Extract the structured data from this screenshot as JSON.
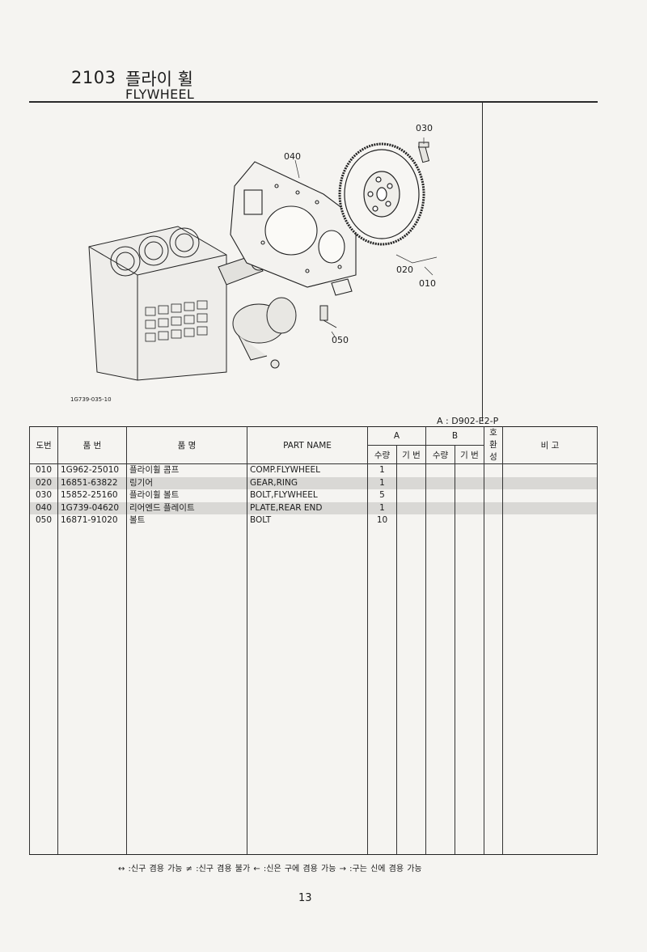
{
  "header": {
    "section_number": "2103",
    "title_ko": "플라이 휠",
    "title_en": "FLYWHEEL"
  },
  "diagram": {
    "callouts": [
      "030",
      "040",
      "020",
      "010",
      "050"
    ],
    "drawing_code": "1G739-035-10"
  },
  "model_ref": "A  : D902-E2-P",
  "table": {
    "headers": {
      "seq": "도번",
      "part_no": "품   번",
      "name_ko": "품         명",
      "part_name": "PART  NAME",
      "group_a": "A",
      "group_b": "B",
      "qty": "수량",
      "base": "기 번",
      "interchange": "호 환 성",
      "remarks": "비   고"
    },
    "rows": [
      {
        "seq": "010",
        "part_no": "1G962-25010",
        "name_ko": "플라이휠 콤프",
        "part_name": "COMP.FLYWHEEL",
        "qty_a": "1",
        "shaded": false
      },
      {
        "seq": "020",
        "part_no": "16851-63822",
        "name_ko": "링기어",
        "part_name": "GEAR,RING",
        "qty_a": "1",
        "shaded": true
      },
      {
        "seq": "030",
        "part_no": "15852-25160",
        "name_ko": "플라이휠 볼트",
        "part_name": "BOLT,FLYWHEEL",
        "qty_a": "5",
        "shaded": false
      },
      {
        "seq": "040",
        "part_no": "1G739-04620",
        "name_ko": "리어엔드 플레이트",
        "part_name": "PLATE,REAR END",
        "qty_a": "1",
        "shaded": true
      },
      {
        "seq": "050",
        "part_no": "16871-91020",
        "name_ko": "볼트",
        "part_name": "BOLT",
        "qty_a": "10",
        "shaded": false
      }
    ]
  },
  "legend": "↔ :신구 겸용 가능     ≠ :신구 겸용 불가     ← :신은 구에 겸용 가능     → :구는 신에 겸용 가능",
  "page_number": "13"
}
